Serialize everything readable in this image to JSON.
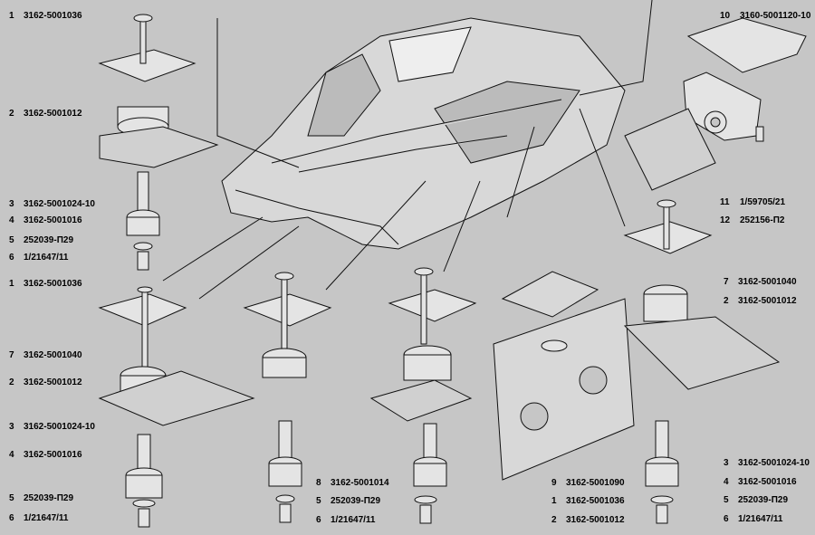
{
  "callouts": {
    "top_left": [
      {
        "num": "1",
        "part": "3162-5001036"
      },
      {
        "num": "2",
        "part": "3162-5001012"
      },
      {
        "num": "3",
        "part": "3162-5001024-10"
      },
      {
        "num": "4",
        "part": "3162-5001016"
      },
      {
        "num": "5",
        "part": "252039-П29"
      },
      {
        "num": "6",
        "part": "1/21647/11"
      }
    ],
    "bottom_left": [
      {
        "num": "1",
        "part": "3162-5001036"
      },
      {
        "num": "7",
        "part": "3162-5001040"
      },
      {
        "num": "2",
        "part": "3162-5001012"
      },
      {
        "num": "3",
        "part": "3162-5001024-10"
      },
      {
        "num": "4",
        "part": "3162-5001016"
      },
      {
        "num": "5",
        "part": "252039-П29"
      },
      {
        "num": "6",
        "part": "1/21647/11"
      }
    ],
    "center": [
      {
        "num": "8",
        "part": "3162-5001014"
      },
      {
        "num": "5",
        "part": "252039-П29"
      },
      {
        "num": "6",
        "part": "1/21647/11"
      }
    ],
    "center_right": [
      {
        "num": "9",
        "part": "3162-5001090"
      },
      {
        "num": "1",
        "part": "3162-5001036"
      },
      {
        "num": "2",
        "part": "3162-5001012"
      }
    ],
    "top_right": [
      {
        "num": "10",
        "part": "3160-5001120-10"
      },
      {
        "num": "11",
        "part": "1/59705/21"
      },
      {
        "num": "12",
        "part": "252156-П2"
      }
    ],
    "right": [
      {
        "num": "7",
        "part": "3162-5001040"
      },
      {
        "num": "2",
        "part": "3162-5001012"
      },
      {
        "num": "3",
        "part": "3162-5001024-10"
      },
      {
        "num": "4",
        "part": "3162-5001016"
      },
      {
        "num": "5",
        "part": "252039-П29"
      },
      {
        "num": "6",
        "part": "1/21647/11"
      }
    ]
  }
}
